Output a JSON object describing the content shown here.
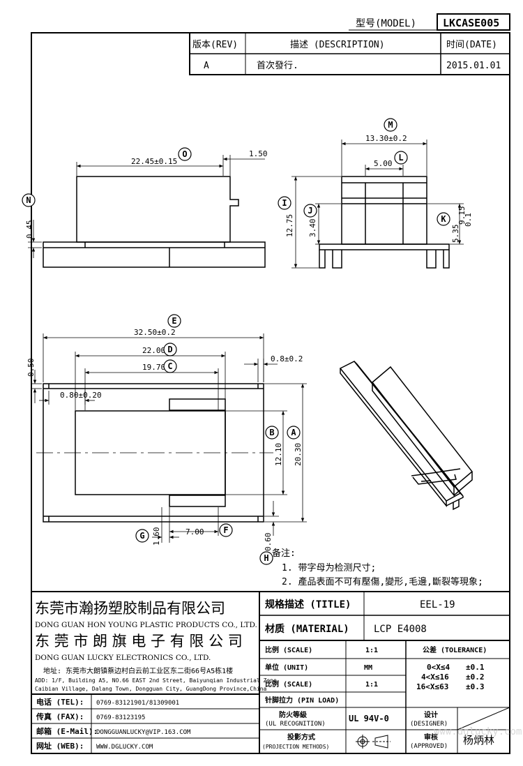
{
  "header": {
    "model_label": "型号(MODEL)",
    "model_value": "LKCASE005",
    "rev_label": "版本(REV)",
    "desc_label": "描述 (DESCRIPTION)",
    "date_label": "时间(DATE)",
    "rev_value": "A",
    "desc_value": "首次發行.",
    "date_value": "2015.01.01"
  },
  "dimensions": {
    "O": "22.45±0.15",
    "side_tab": "1.50",
    "N": "0.45",
    "M": "13.30±0.2",
    "L": "5.00",
    "I": "12.75",
    "J": "3.40",
    "K1": "9.15",
    "K2": "5.35",
    "K3": "0.1",
    "E": "32.50±0.2",
    "D": "22.00",
    "C": "19.70",
    "top_right": "0.8±0.2",
    "left_gap": "0.50",
    "H_pair": "0.80±0.20",
    "B": "12.10",
    "A": "20.30",
    "G": "1.60",
    "F": "7.00",
    "H": "0.60"
  },
  "letters": {
    "O": "O",
    "N": "N",
    "M": "M",
    "L": "L",
    "I": "I",
    "J": "J",
    "K": "K",
    "E": "E",
    "D": "D",
    "C": "C",
    "B": "B",
    "A": "A",
    "G": "G",
    "F": "F",
    "H": "H"
  },
  "notes": {
    "title": "备注:",
    "line1": "1. 带字母为检测尺寸;",
    "line2": "2. 產品表面不可有壓傷,變形,毛邊,斷裂等現象;"
  },
  "company": {
    "cn1": "东莞市瀚扬塑胶制品有限公司",
    "en1": "DONG GUAN HON YOUNG PLASTIC PRODUCTS CO., LTD.",
    "cn2": "东 莞 市 朗 旗 电 子 有 限 公 司",
    "en2": "DONG GUAN LUCKY ELECTRONICS CO., LTD.",
    "addr_cn": "地址: 东莞市大朗镇蔡边村白云前工业区东二街66号A5栋1楼",
    "addr_en1": "ADD: 1/F, Building A5, NO.66 EAST 2nd Street, Baiyunqian Industrial Zone,",
    "addr_en2": "Caibian Village, Dalang Town, Dongguan City, GuangDong Province,China"
  },
  "contacts": [
    {
      "label": "电话 (TEL):",
      "value": "0769-83121901/81309001"
    },
    {
      "label": "传真 (FAX):",
      "value": "0769-83123195"
    },
    {
      "label": "邮箱 (E-Mail):",
      "value": "DONGGUANLUCKY@VIP.163.COM"
    },
    {
      "label": "网址 (WEB):",
      "value": "WWW.DGLUCKY.COM"
    }
  ],
  "spec": {
    "title_label": "规格描述 (TITLE)",
    "title_value": "EEL-19",
    "material_label": "材质 (MATERIAL)",
    "material_value": "LCP E4008",
    "scale_label": "比例 (SCALE)",
    "scale_value": "1:1",
    "unit_label": "单位 (UNIT)",
    "unit_value": "MM",
    "scale2_label": "比例 (SCALE)",
    "scale2_value": "1:1",
    "pin_label": "针脚拉力 (PIN LOAD)",
    "ul_label1": "防火等級",
    "ul_label2": "(UL RECOGNITION)",
    "ul_value": "UL 94V-0",
    "proj_label1": "投影方式",
    "proj_label2": "(PROJECTION METHODS)",
    "tol_label": "公差 (TOLERANCE)",
    "tol1_range": "0<X≤4",
    "tol1_value": "±0.1",
    "tol2_range": "4<X≤16",
    "tol2_value": "±0.2",
    "tol3_range": "16<X≤63",
    "tol3_value": "±0.3",
    "designer_label1": "设计",
    "designer_label2": "(DESIGNER)",
    "approved_label1": "审核",
    "approved_label2": "(APPROVED)",
    "approver_name": "杨炳林"
  },
  "watermark": "www.dglucky.com"
}
